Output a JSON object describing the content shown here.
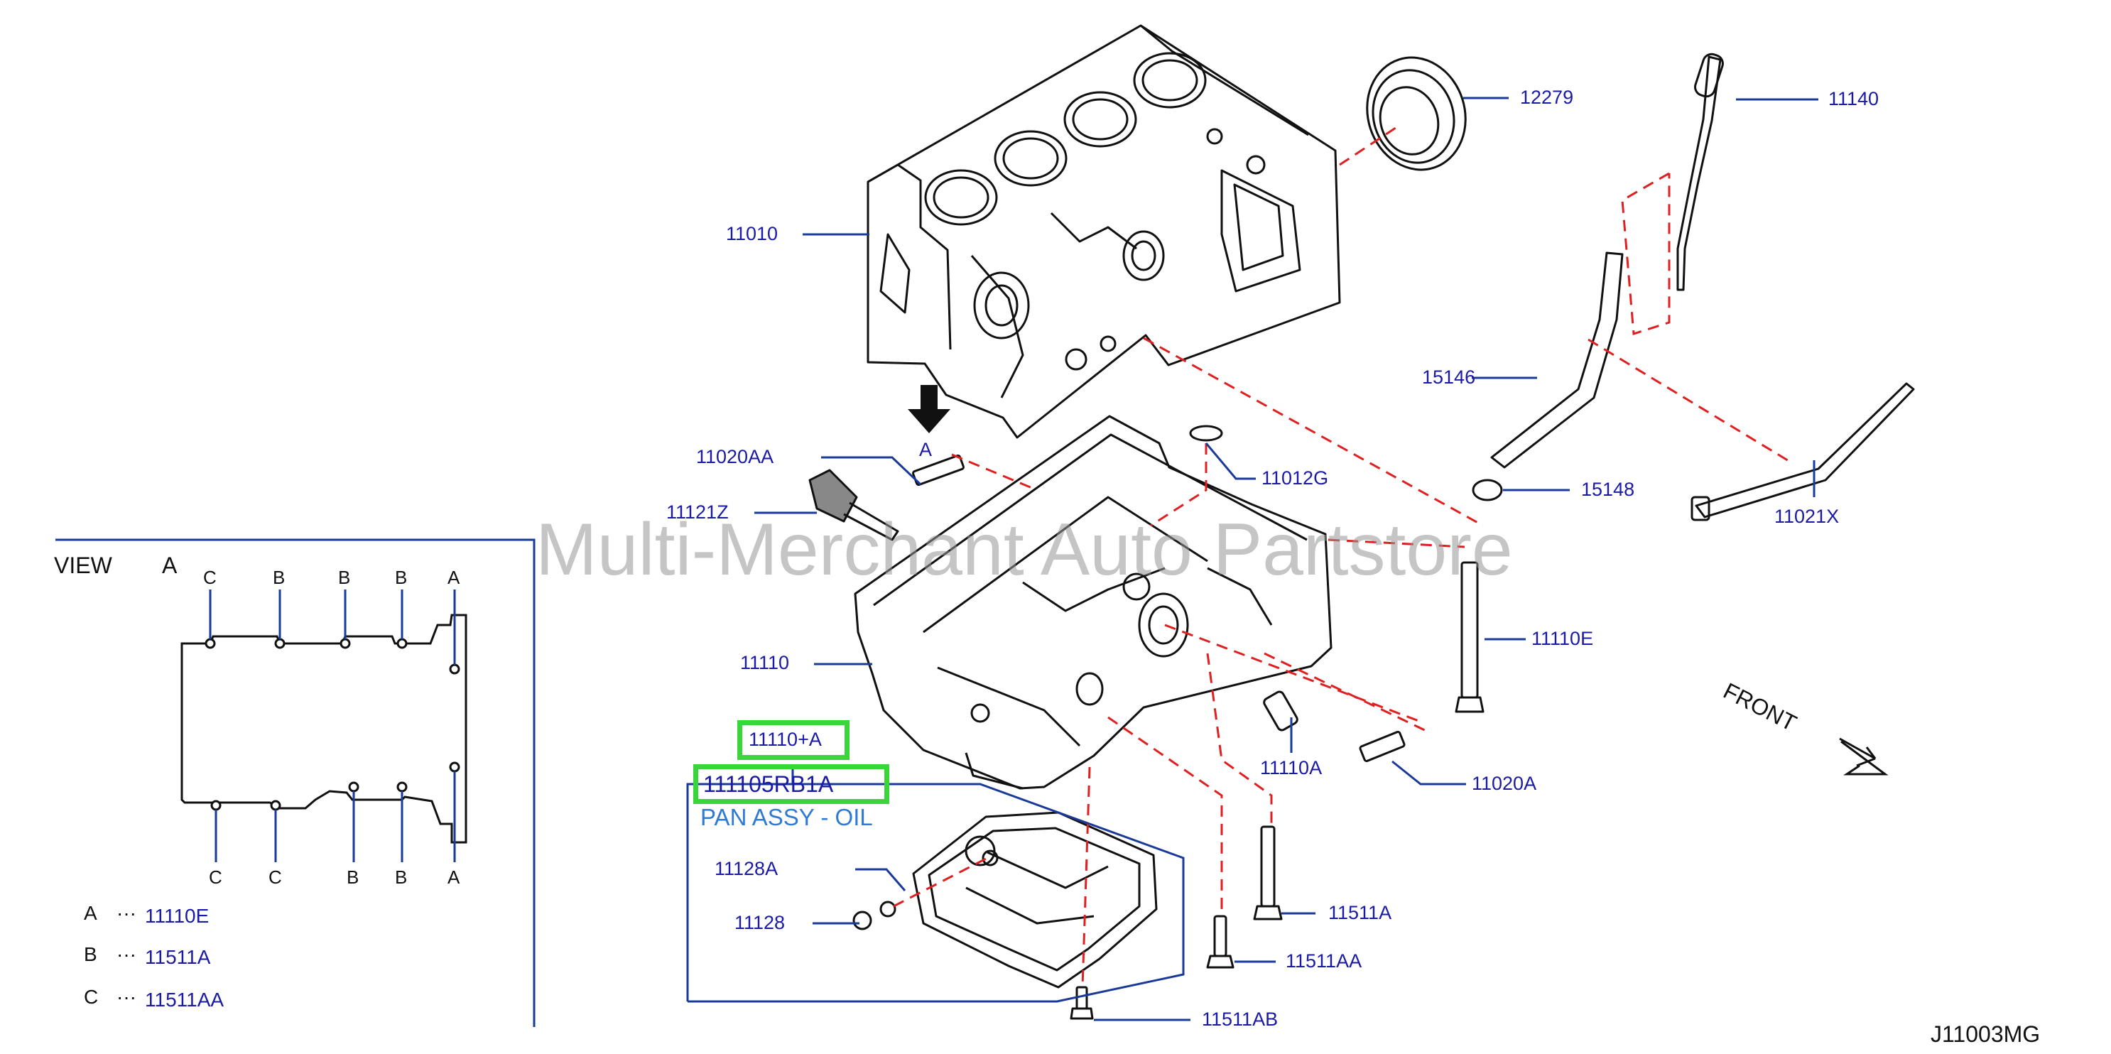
{
  "diagram_code": "J11003MG",
  "watermark": "Multi-Merchant Auto Partstore",
  "front_label": "FRONT",
  "highlight": {
    "ref": "11110+A",
    "part_number": "111105RB1A",
    "description": "PAN ASSY - OIL",
    "color": "#39d63a"
  },
  "labels": {
    "p12279": "12279",
    "p11140": "11140",
    "p11010": "11010",
    "p15146": "15146",
    "p15148": "15148",
    "p11021X": "11021X",
    "p11020AA": "11020AA",
    "p11012G": "11012G",
    "p11121Z": "11121Z",
    "p11110": "11110",
    "p11110E": "11110E",
    "p11110A": "11110A",
    "p11020A": "11020A",
    "p11128A": "11128A",
    "p11128": "11128",
    "p11511A": "11511A",
    "p11511AA": "11511AA",
    "p11511AB": "11511AB",
    "arrowA": "A"
  },
  "view": {
    "title": "VIEW",
    "letter": "A",
    "top_letters": [
      "C",
      "B",
      "B",
      "B",
      "A"
    ],
    "bottom_letters": [
      "C",
      "C",
      "B",
      "B",
      "A"
    ]
  },
  "legend": [
    {
      "key": "A",
      "dots": "···",
      "value": "11110E"
    },
    {
      "key": "B",
      "dots": "···",
      "value": "11511A"
    },
    {
      "key": "C",
      "dots": "···",
      "value": "11511AA"
    }
  ],
  "colors": {
    "label_blue": "#1a1aa6",
    "leader_blue": "#1a3a9a",
    "dash_red": "#e02020",
    "outline": "#111111",
    "watermark": "#969696"
  }
}
